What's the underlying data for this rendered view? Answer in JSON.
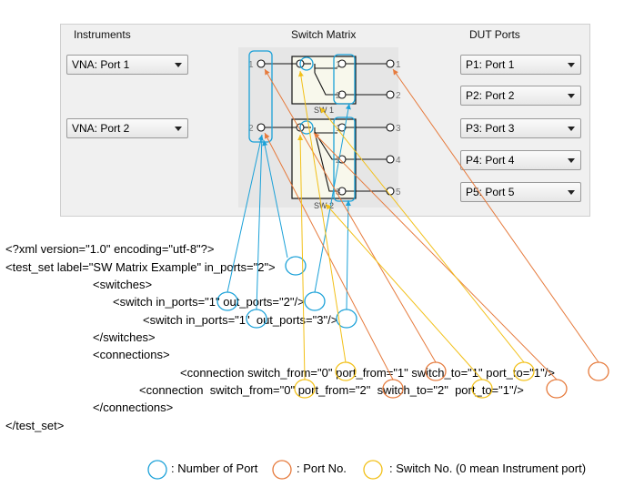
{
  "headers": {
    "instruments": "Instruments",
    "switch_matrix": "Switch Matrix",
    "dut_ports": "DUT Ports"
  },
  "instruments": [
    "VNA: Port 1",
    "VNA: Port 2"
  ],
  "dut_ports": [
    "P1: Port 1",
    "P2: Port 2",
    "P3: Port 3",
    "P4: Port 4",
    "P5: Port 5"
  ],
  "matrix": {
    "in_labels": [
      "1",
      "2"
    ],
    "out_labels": [
      "1",
      "2",
      "3",
      "4",
      "5"
    ],
    "sw1_port_labels": [
      "1",
      "2"
    ],
    "sw2_port_labels": [
      "1",
      "2",
      "3"
    ],
    "sw1_name": "SW 1",
    "sw2_name": "SW 2"
  },
  "xml_lines": [
    "<?xml version=\"1.0\" encoding=\"utf-8\"?>",
    "<test_set label=\"SW Matrix Example\" in_ports=\"2\">",
    "<switches>",
    "<switch in_ports=\"1\" out_ports=\"2\"/>",
    "<switch in_ports=\"1\"  out_ports=\"3\"/>",
    "</switches>",
    "<connections>",
    "<connection switch_from=\"0\" port_from=\"1\" switch_to=\"1\" port_to=\"1\"/>",
    "<connection  switch_from=\"0\" port_from=\"2\"  switch_to=\"2\"  port_to=\"1\"/>",
    "</connections>",
    "</test_set>"
  ],
  "legend": {
    "number_of_port": ": Number of Port",
    "port_no": ": Port No.",
    "switch_no": ": Switch No. (0 mean Instrument port)"
  },
  "colors": {
    "number_of_port": "#1ba1d8",
    "port_no": "#e67a3c",
    "switch_no": "#f2c018"
  }
}
